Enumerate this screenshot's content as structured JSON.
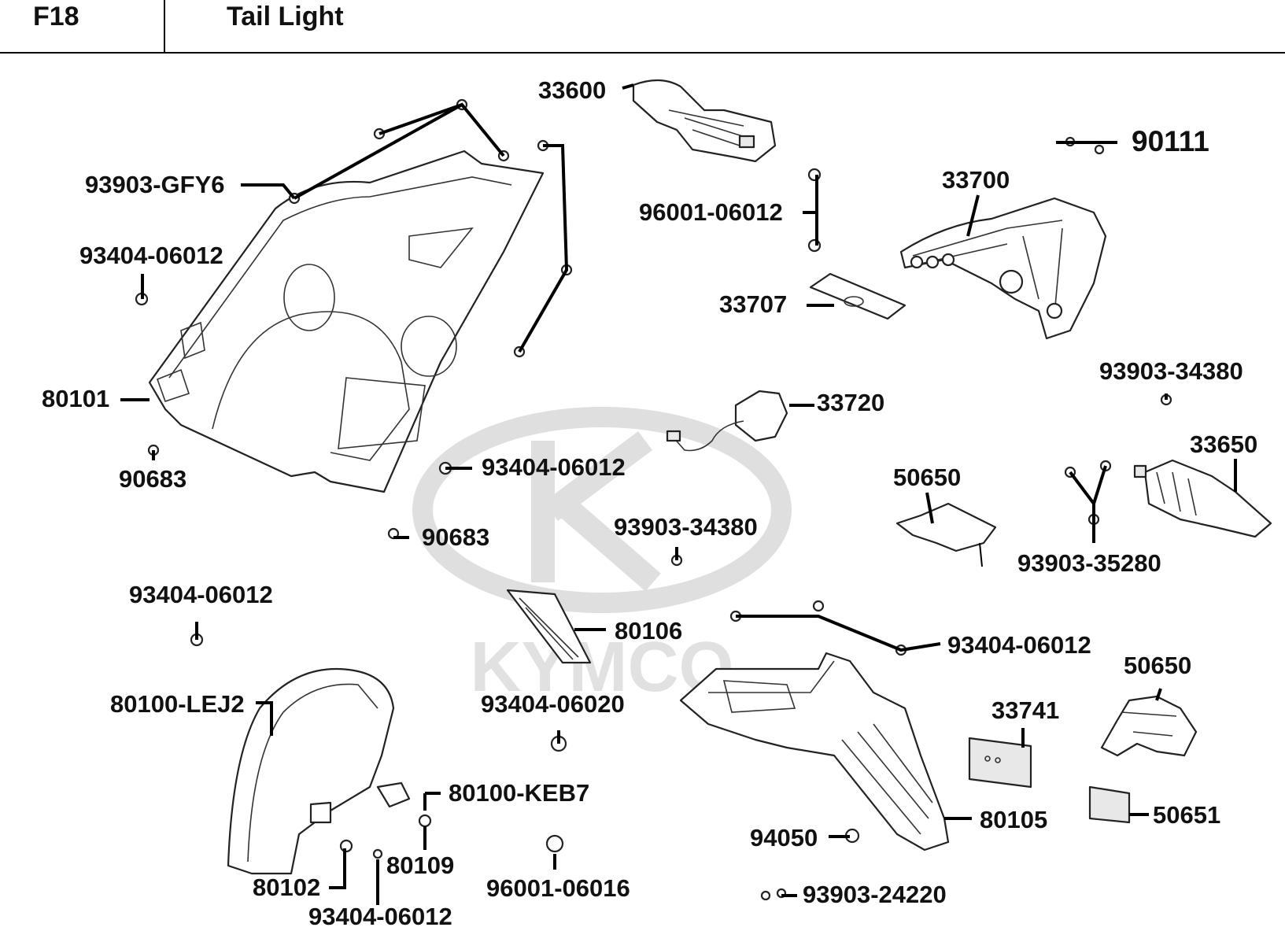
{
  "header": {
    "code": "F18",
    "title": "Tail Light"
  },
  "watermark": {
    "text": "KYMCO"
  },
  "colors": {
    "line": "#000000",
    "watermark": "#d9d9d9"
  },
  "labels": {
    "p33600": "33600",
    "p90111": "90111",
    "p33700": "33700",
    "p93903_gfy6": "93903-GFY6",
    "p96001_06012": "96001-06012",
    "p93404_06012_a": "93404-06012",
    "p33707": "33707",
    "p80101": "80101",
    "p93903_34380_a": "93903-34380",
    "p33720": "33720",
    "p33650": "33650",
    "p90683_a": "90683",
    "p93404_06012_b": "93404-06012",
    "p50650_a": "50650",
    "p90683_b": "90683",
    "p93903_34380_b": "93903-34380",
    "p93903_35280": "93903-35280",
    "p93404_06012_c": "93404-06012",
    "p80106": "80106",
    "p93404_06012_d": "93404-06012",
    "p50650_b": "50650",
    "p80100_lej2": "80100-LEJ2",
    "p93404_06020": "93404-06020",
    "p33741": "33741",
    "p80100_keb7": "80100-KEB7",
    "p80105": "80105",
    "p50651": "50651",
    "p80109": "80109",
    "p94050": "94050",
    "p80102": "80102",
    "p96001_06016": "96001-06016",
    "p93903_24220": "93903-24220",
    "p93404_06012_e": "93404-06012"
  }
}
